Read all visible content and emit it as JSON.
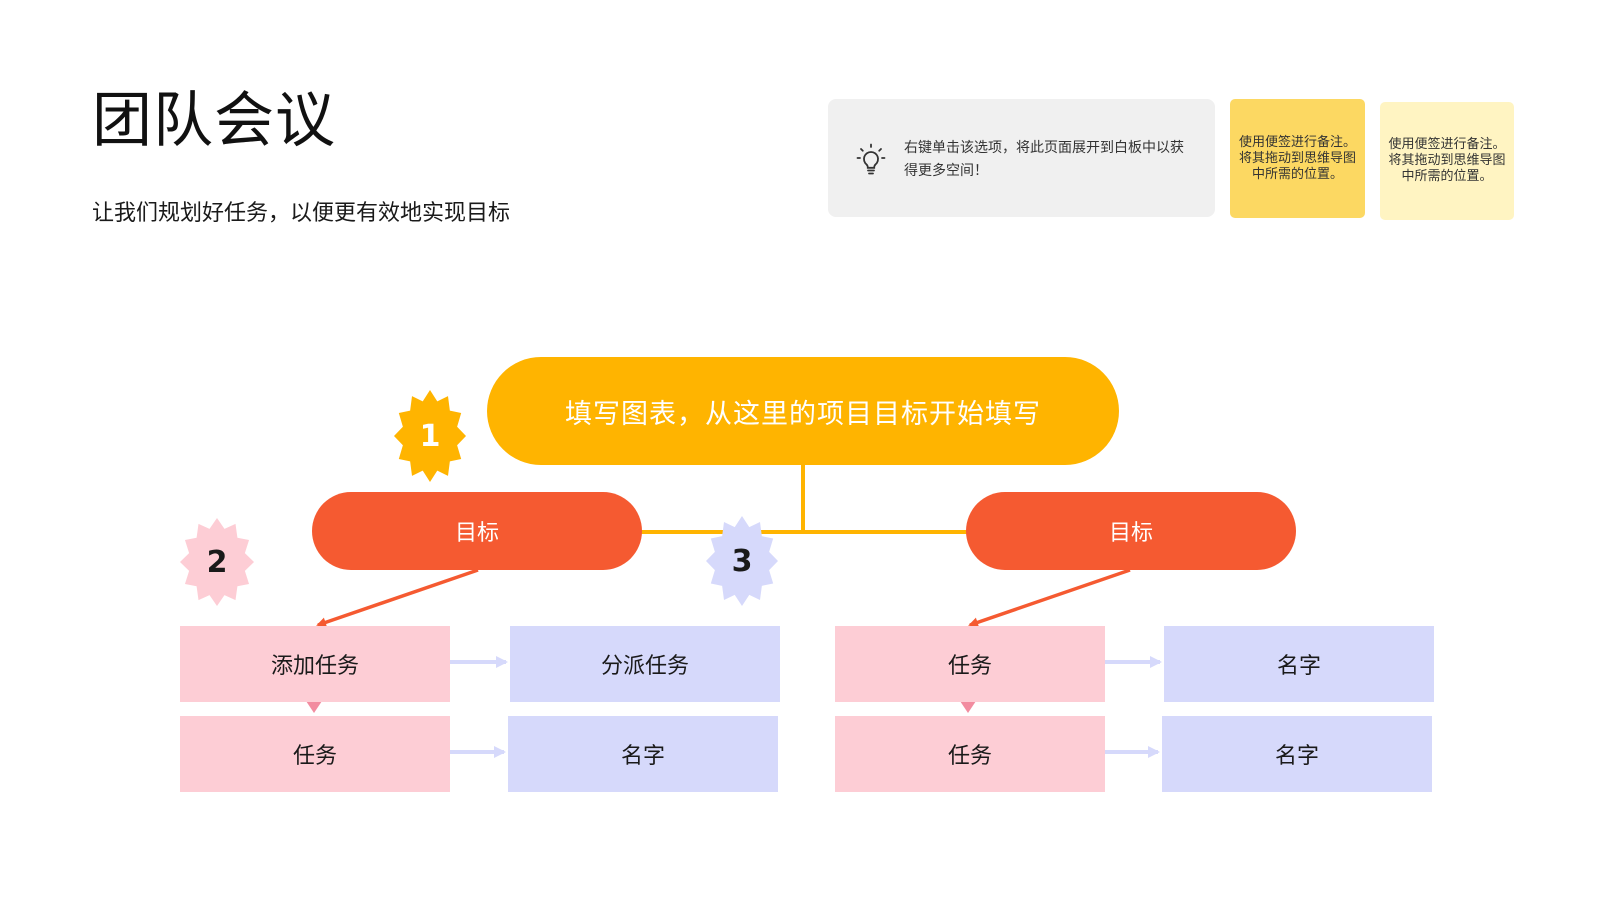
{
  "header": {
    "title": "团队会议",
    "subtitle": "让我们规划好任务，以便更有效地实现目标"
  },
  "tip": {
    "icon": "lightbulb-icon",
    "text": "右键单击该选项，将此页面展开到白板中以获得更多空间！"
  },
  "sticky_notes": [
    {
      "text": "使用便签进行备注。将其拖动到思维导图中所需的位置。",
      "color": "#fcd862"
    },
    {
      "text": "使用便签进行备注。将其拖动到思维导图中所需的位置。",
      "color": "#fff4c2"
    }
  ],
  "diagram": {
    "central": "填写图表，从这里的项目目标开始填写",
    "goals": [
      "目标",
      "目标"
    ],
    "badges": [
      {
        "label": "1",
        "color": "#ffb400",
        "text_color": "#ffffff"
      },
      {
        "label": "2",
        "color": "#fdcdd5",
        "text_color": "#1a1a1a"
      },
      {
        "label": "3",
        "color": "#d6d9fb",
        "text_color": "#1a1a1a"
      }
    ],
    "left_tasks": [
      {
        "task": "添加任务",
        "assignee": "分派任务"
      },
      {
        "task": "任务",
        "assignee": "名字"
      }
    ],
    "right_tasks": [
      {
        "task": "任务",
        "assignee": "名字"
      },
      {
        "task": "任务",
        "assignee": "名字"
      }
    ],
    "colors": {
      "central": "#ffb400",
      "goal": "#f55a31",
      "task": "#fdcdd5",
      "assignee": "#d6d9fb",
      "connector": "#ffb400"
    }
  }
}
